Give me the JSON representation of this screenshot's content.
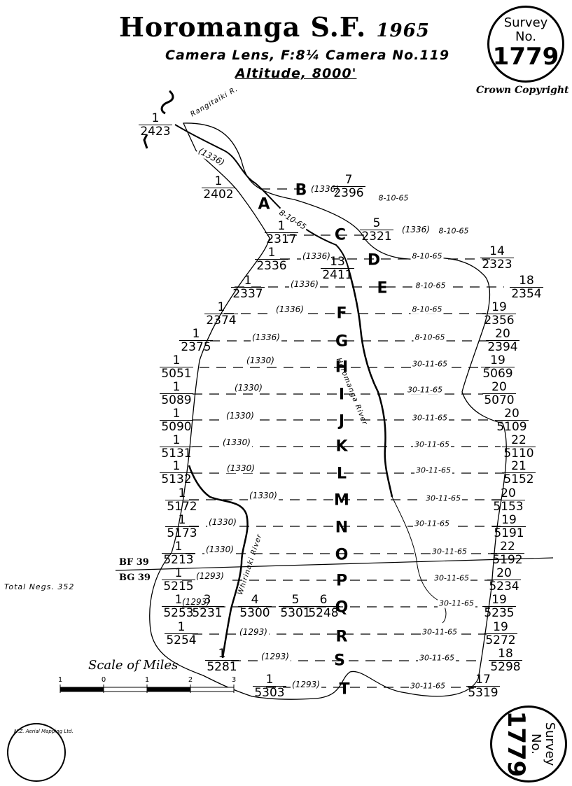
{
  "header": {
    "title": "Horomanga S.F.",
    "year": "1965",
    "camera_line": "Camera Lens, F:8¼  Camera No.119",
    "altitude_line": "Altitude, 8000'",
    "copyright": "Crown Copyright"
  },
  "stamp_top": {
    "line1": "Survey",
    "line2": "No.",
    "number": "1779"
  },
  "stamp_bottom": {
    "line1": "Survey",
    "line2": "No.",
    "number": "1779"
  },
  "total_negs": "Total Negs. 352",
  "scale": {
    "label": "Scale of Miles",
    "ticks": [
      "1",
      "0",
      "1",
      "2",
      "3"
    ]
  },
  "boundary_labels": {
    "bf": "BF 39",
    "bg": "BG 39"
  },
  "rivers": {
    "rangitaiki": "Rangitaiki R.",
    "horomanga": "Horomanga River",
    "whirinaki": "Whirinaki River"
  },
  "logo_text": "N.Z. Aerial Mapping Ltd.",
  "runs": [
    {
      "letter": "A",
      "start": {
        "frame": "1",
        "neg": "2402"
      },
      "end": null,
      "focal": "(1336)",
      "date": "8-10-65"
    },
    {
      "letter": "B",
      "start": null,
      "end": {
        "frame": "7",
        "neg": "2396"
      },
      "focal": "(1336)",
      "date": "8-10-65"
    },
    {
      "letter": "C",
      "start": {
        "frame": "1",
        "neg": "2317"
      },
      "end": {
        "frame": "5",
        "neg": "2321"
      },
      "focal": "(1336)",
      "date": "8-10-65"
    },
    {
      "letter": "D",
      "start": {
        "frame": "1",
        "neg": "2336"
      },
      "end": {
        "frame": "14",
        "neg": "2323"
      },
      "focal": "(1336)",
      "date": "8-10-65"
    },
    {
      "letter": "E",
      "start": {
        "frame": "1",
        "neg": "2337"
      },
      "end": {
        "frame": "18",
        "neg": "2354"
      },
      "focal": "(1336)",
      "date": "8-10-65"
    },
    {
      "letter": "F",
      "start": {
        "frame": "1",
        "neg": "2374"
      },
      "end": {
        "frame": "19",
        "neg": "2356"
      },
      "focal": "(1336)",
      "date": "8-10-65"
    },
    {
      "letter": "G",
      "start": {
        "frame": "1",
        "neg": "2375"
      },
      "end": {
        "frame": "20",
        "neg": "2394"
      },
      "focal": "(1336)",
      "date": "8-10-65"
    },
    {
      "letter": "H",
      "start": {
        "frame": "1",
        "neg": "5051"
      },
      "end": {
        "frame": "19",
        "neg": "5069"
      },
      "focal": "(1330)",
      "date": "30-11-65"
    },
    {
      "letter": "I",
      "start": {
        "frame": "1",
        "neg": "5089"
      },
      "end": {
        "frame": "20",
        "neg": "5070"
      },
      "focal": "(1330)",
      "date": "30-11-65"
    },
    {
      "letter": "J",
      "start": {
        "frame": "1",
        "neg": "5090"
      },
      "end": {
        "frame": "20",
        "neg": "5109"
      },
      "focal": "(1330)",
      "date": "30-11-65"
    },
    {
      "letter": "K",
      "start": {
        "frame": "1",
        "neg": "5131"
      },
      "end": {
        "frame": "22",
        "neg": "5110"
      },
      "focal": "(1330)",
      "date": "30-11-65"
    },
    {
      "letter": "L",
      "start": {
        "frame": "1",
        "neg": "5132"
      },
      "end": {
        "frame": "21",
        "neg": "5152"
      },
      "focal": "(1330)",
      "date": "30-11-65"
    },
    {
      "letter": "M",
      "start": {
        "frame": "1",
        "neg": "5172"
      },
      "end": {
        "frame": "20",
        "neg": "5153"
      },
      "focal": "(1330)",
      "date": "30-11-65"
    },
    {
      "letter": "N",
      "start": {
        "frame": "1",
        "neg": "5173"
      },
      "end": {
        "frame": "19",
        "neg": "5191"
      },
      "focal": "(1330)",
      "date": "30-11-65"
    },
    {
      "letter": "O",
      "start": {
        "frame": "1",
        "neg": "5213"
      },
      "end": {
        "frame": "22",
        "neg": "5192"
      },
      "focal": "(1330)",
      "date": "30-11-65"
    },
    {
      "letter": "P",
      "start": {
        "frame": "1",
        "neg": "5215"
      },
      "end": {
        "frame": "20",
        "neg": "5234"
      },
      "focal": "(1293)",
      "date": "30-11-65"
    },
    {
      "letter": "Q",
      "start": {
        "frame": "1",
        "neg": "5253"
      },
      "end": {
        "frame": "19",
        "neg": "5235"
      },
      "focal": "(1293)",
      "date": "30-11-65"
    },
    {
      "letter": "R",
      "start": {
        "frame": "1",
        "neg": "5254"
      },
      "end": {
        "frame": "19",
        "neg": "5272"
      },
      "focal": "(1293)",
      "date": "30-11-65"
    },
    {
      "letter": "S",
      "start": {
        "frame": "1",
        "neg": "5281"
      },
      "end": {
        "frame": "18",
        "neg": "5298"
      },
      "focal": "(1293)",
      "date": "30-11-65"
    },
    {
      "letter": "T",
      "start": {
        "frame": "1",
        "neg": "5303"
      },
      "end": {
        "frame": "17",
        "neg": "5319"
      },
      "focal": "(1293)",
      "date": "30-11-65"
    }
  ],
  "extra_labels": [
    {
      "frame": "1",
      "neg": "2423"
    },
    {
      "frame": "(1336)"
    },
    {
      "frame": "13",
      "neg": "2411"
    },
    {
      "frame": "3",
      "neg": "5231"
    },
    {
      "frame": "4",
      "neg": "5300"
    },
    {
      "frame": "5",
      "neg": "5301"
    },
    {
      "frame": "6",
      "neg": "5248"
    }
  ]
}
